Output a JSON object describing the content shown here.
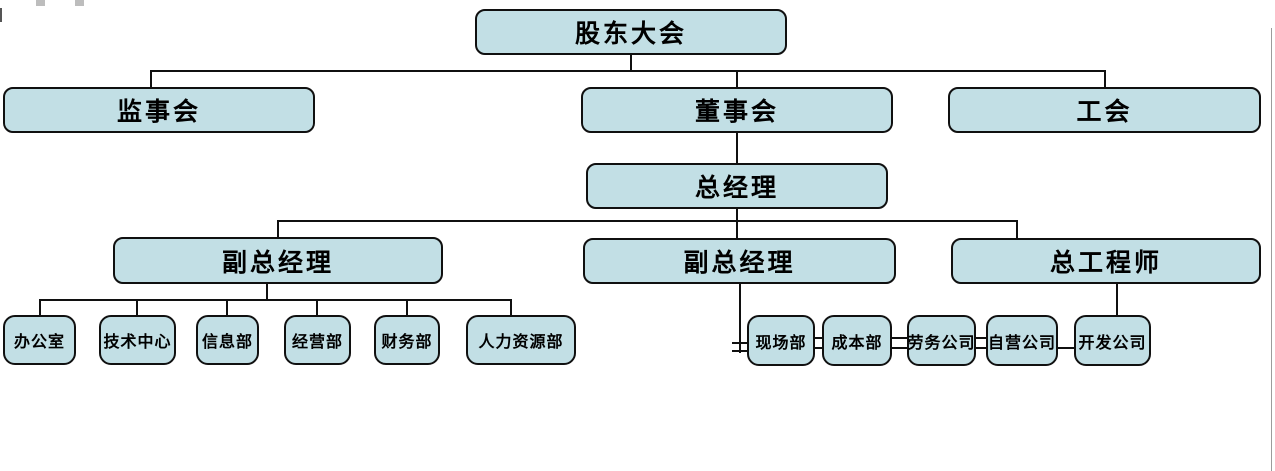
{
  "diagram_type": "org-chart",
  "colors": {
    "page_background": "#ffffff",
    "node_fill": "#c2dfe5",
    "node_border": "#101010",
    "connector": "#101010",
    "text": "#000000"
  },
  "nodes": {
    "shareholders": "股东大会",
    "supervisory_board": "监事会",
    "board_of_directors": "董事会",
    "labor_union": "工会",
    "general_manager": "总经理",
    "deputy_gm_1": "副总经理",
    "deputy_gm_2": "副总经理",
    "chief_engineer": "总工程师",
    "office": "办公室",
    "tech_center": "技术中心",
    "info_dept": "信息部",
    "operations_dept": "经营部",
    "finance_dept": "财务部",
    "hr_dept": "人力资源部",
    "site_dept": "现场部",
    "cost_dept": "成本部",
    "labor_service_co": "劳务公司",
    "self_operated_co": "自营公司",
    "development_co": "开发公司"
  },
  "edges": [
    [
      "shareholders",
      "supervisory_board"
    ],
    [
      "shareholders",
      "board_of_directors"
    ],
    [
      "shareholders",
      "labor_union"
    ],
    [
      "board_of_directors",
      "general_manager"
    ],
    [
      "general_manager",
      "deputy_gm_1"
    ],
    [
      "general_manager",
      "deputy_gm_2"
    ],
    [
      "general_manager",
      "chief_engineer"
    ],
    [
      "deputy_gm_1",
      "office"
    ],
    [
      "deputy_gm_1",
      "tech_center"
    ],
    [
      "deputy_gm_1",
      "info_dept"
    ],
    [
      "deputy_gm_1",
      "operations_dept"
    ],
    [
      "deputy_gm_1",
      "finance_dept"
    ],
    [
      "deputy_gm_1",
      "hr_dept"
    ],
    [
      "deputy_gm_2",
      "site_dept"
    ],
    [
      "site_dept",
      "cost_dept"
    ],
    [
      "cost_dept",
      "labor_service_co"
    ],
    [
      "labor_service_co",
      "self_operated_co"
    ],
    [
      "self_operated_co",
      "development_co"
    ],
    [
      "chief_engineer",
      "development_co"
    ]
  ]
}
